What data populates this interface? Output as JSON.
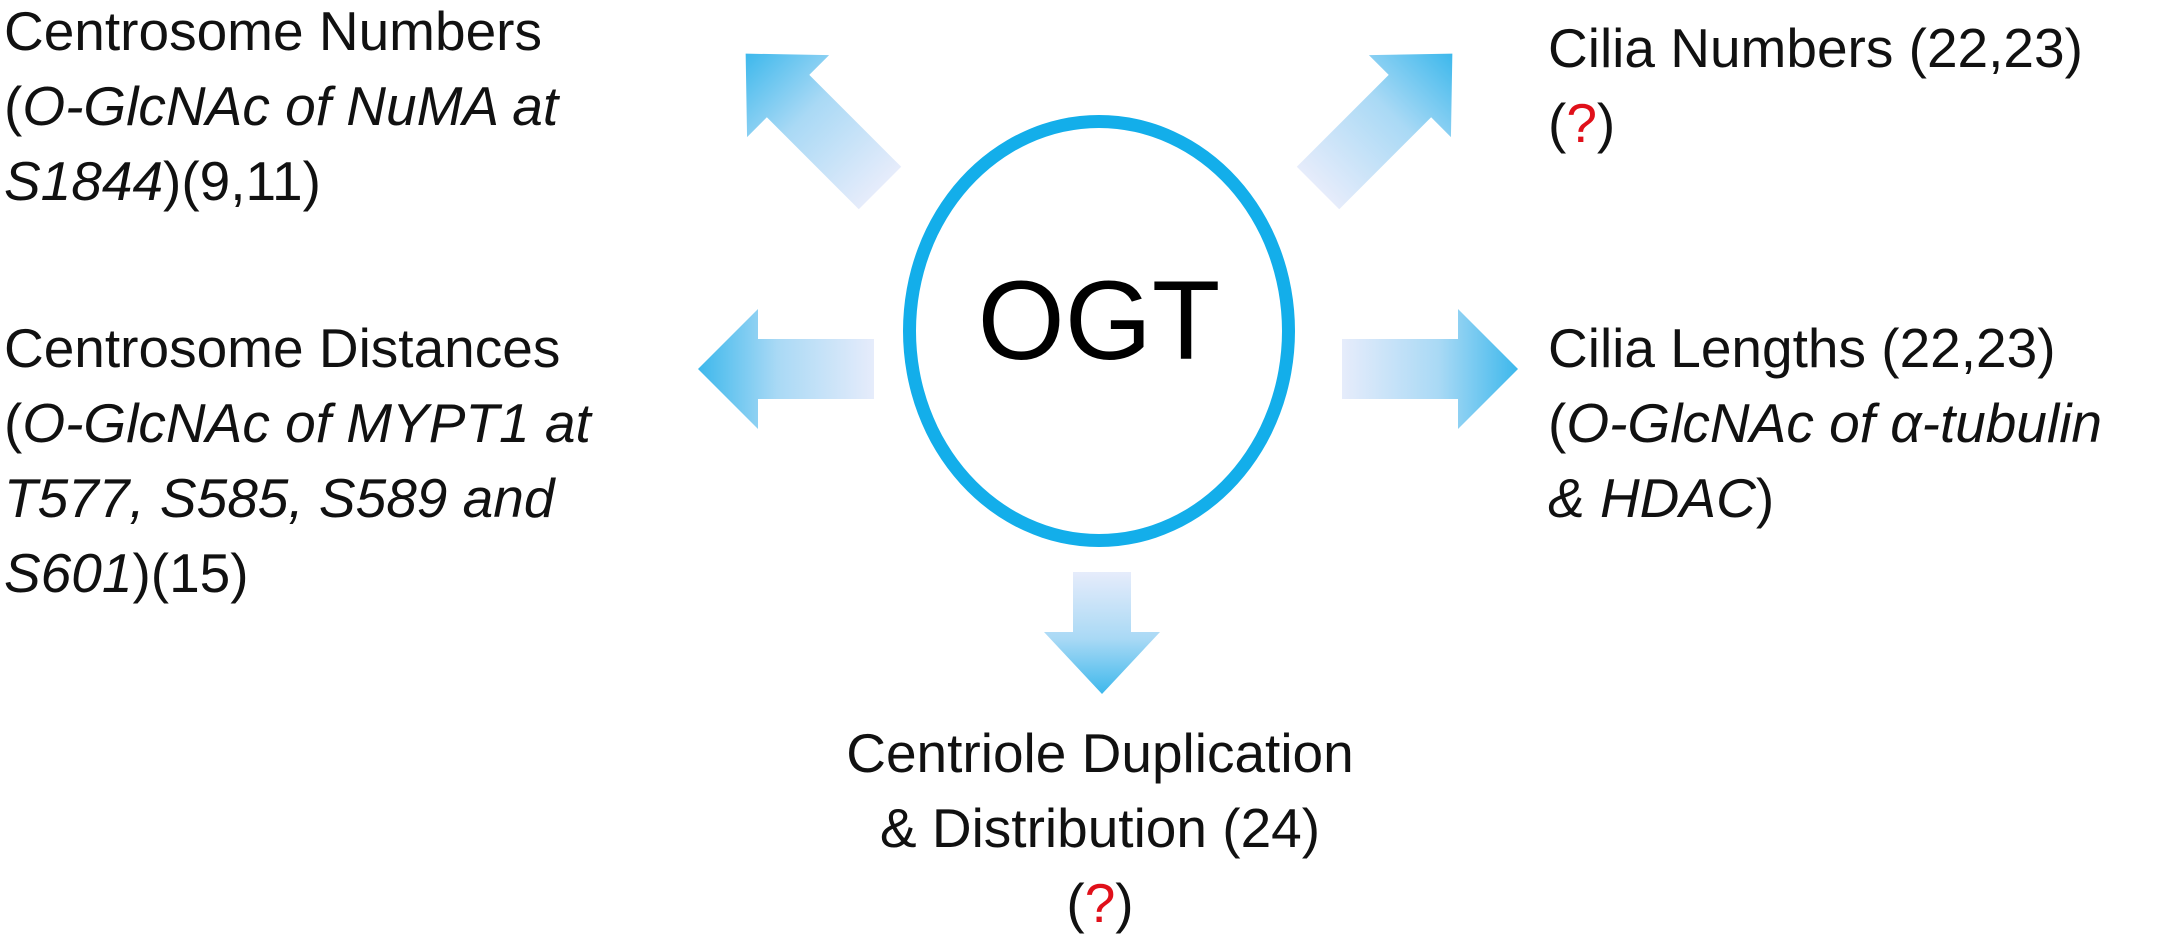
{
  "colors": {
    "ogt_ring": "#13aeea",
    "arrow_light": "#e6ecfb",
    "arrow_dark": "#3db8ec",
    "question_mark": "#e0101a",
    "text": "#111111"
  },
  "center": {
    "label": "OGT"
  },
  "arrow_directions": [
    "up-left",
    "up-right",
    "left",
    "right",
    "down"
  ],
  "nodes": {
    "centrosome_numbers": {
      "title": "Centrosome Numbers",
      "open": "(",
      "detail_line1": "O-GlcNAc of NuMA at",
      "detail_line2": "S1844",
      "refs": ")(9,11)"
    },
    "centrosome_distances": {
      "title": "Centrosome Distances",
      "open": "(",
      "detail_line1": "O-GlcNAc of MYPT1 at",
      "detail_line2": "T577, S585, S589 and",
      "detail_line3": "S601",
      "refs": ")(15)"
    },
    "cilia_numbers": {
      "title": "Cilia Numbers (22,23)",
      "open": "(",
      "question": "?",
      "close": ")"
    },
    "cilia_lengths": {
      "title": "Cilia Lengths (22,23)",
      "open": "(",
      "detail_line1": "O-GlcNAc of α-tubulin",
      "detail_line2": "& HDAC",
      "close": ")"
    },
    "centriole_duplication": {
      "line1": "Centriole Duplication",
      "line2": "& Distribution (24)",
      "open": "(",
      "question": "?",
      "close": ")"
    }
  }
}
